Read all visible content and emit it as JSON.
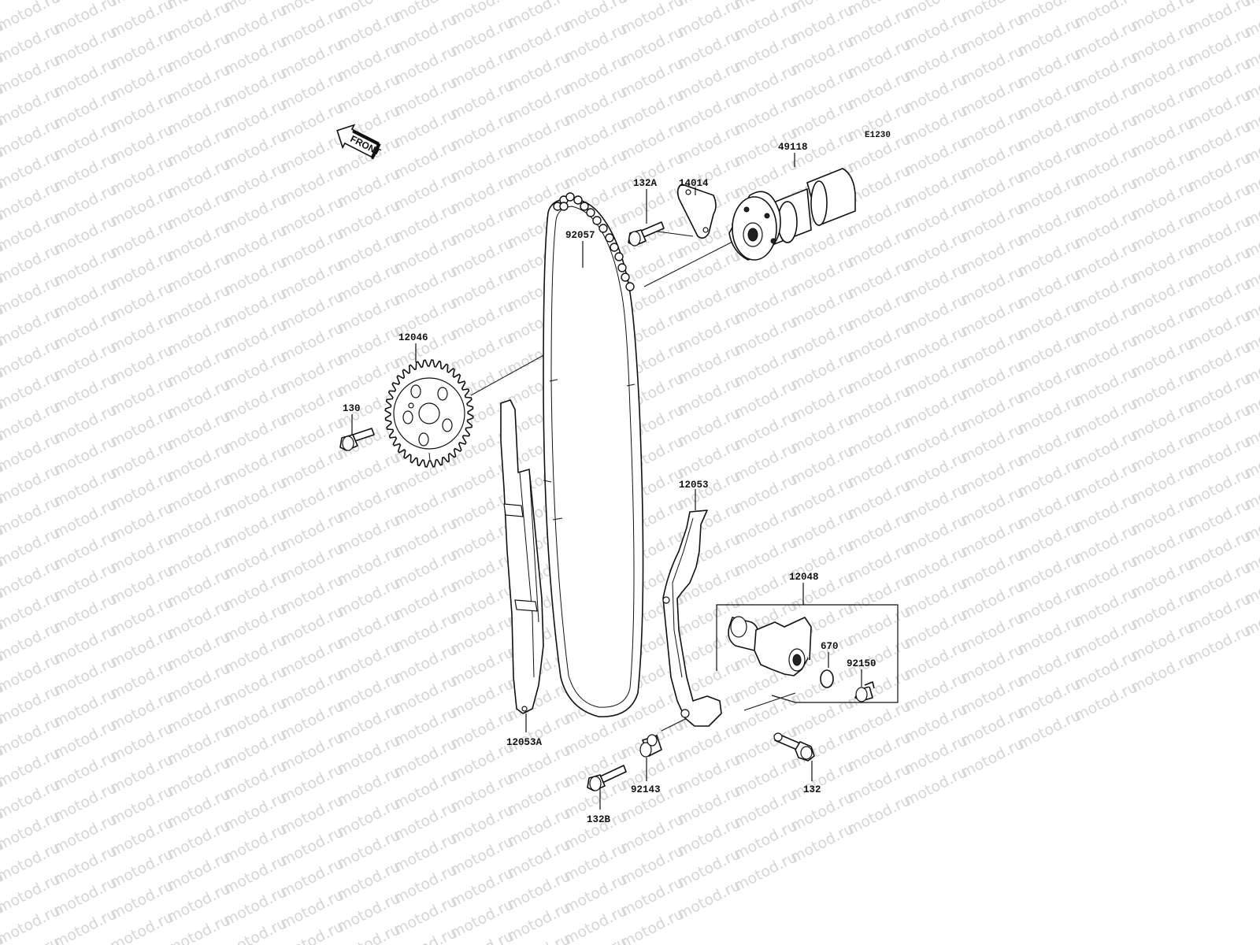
{
  "diagram": {
    "code": "E1230",
    "watermark": "motod.ru",
    "front_label": "FRONT",
    "callouts": [
      {
        "id": "49118",
        "text": "49118"
      },
      {
        "id": "14014",
        "text": "14014"
      },
      {
        "id": "132A",
        "text": "132A"
      },
      {
        "id": "92057",
        "text": "92057"
      },
      {
        "id": "12046",
        "text": "12046"
      },
      {
        "id": "130",
        "text": "130"
      },
      {
        "id": "12053",
        "text": "12053"
      },
      {
        "id": "12048",
        "text": "12048"
      },
      {
        "id": "670",
        "text": "670"
      },
      {
        "id": "92150",
        "text": "92150"
      },
      {
        "id": "12053A",
        "text": "12053A"
      },
      {
        "id": "92143",
        "text": "92143"
      },
      {
        "id": "132",
        "text": "132"
      },
      {
        "id": "132B",
        "text": "132B"
      }
    ]
  }
}
